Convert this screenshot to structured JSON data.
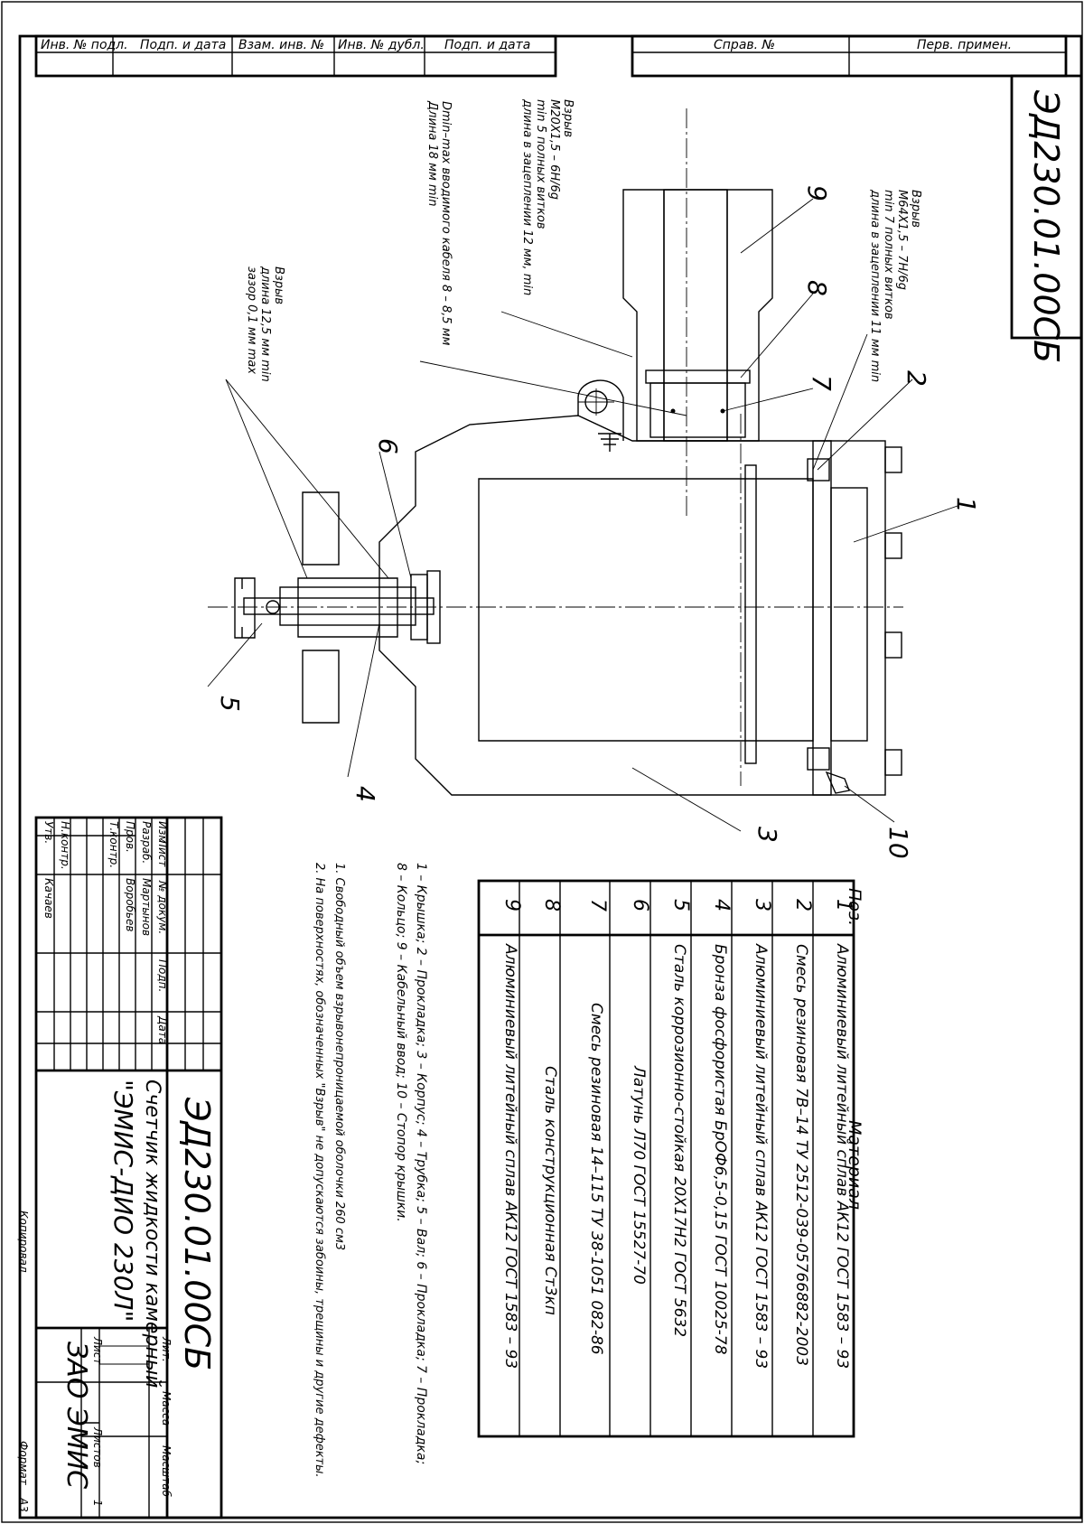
{
  "header": {
    "cells": [
      "Инв. № подл.",
      "Подп. и дата",
      "Взам. инв. №",
      "Инв. № дубл.",
      "Подп. и дата"
    ],
    "sprav": "Справ. №",
    "perv": "Перв. примен."
  },
  "doc_code": "ЭД230.01.00СБ",
  "annotations": {
    "thread_m20": [
      "Взрыв",
      "M20X1,5 – 6H/6g",
      "min 5 полных витков",
      "длина в зацеплении 12 мм, min"
    ],
    "thread_m64": [
      "Взрыв",
      "M64X1,5 – 7H/6g",
      "min 7 полных витков",
      "длина в зацеплении 11 мм min"
    ],
    "cable": [
      "Dmin–max вводимого кабеля 8 – 8,5 мм",
      "Длина 18 мм min"
    ],
    "gap": [
      "Взрыв",
      "длина 12,5 мм min",
      "зазор 0,1 мм max"
    ]
  },
  "callouts": [
    "1",
    "2",
    "3",
    "4",
    "5",
    "6",
    "7",
    "8",
    "9",
    "10"
  ],
  "materials": {
    "col_pos": "Поз.",
    "col_material": "Материал",
    "rows": [
      {
        "pos": "1",
        "material": "Алюминиевый литейный сплав АК12 ГОСТ 1583 – 93"
      },
      {
        "pos": "2",
        "material": "Смесь резиновая 7В–14 ТУ 2512-039-05766882-2003"
      },
      {
        "pos": "3",
        "material": "Алюминиевый литейный сплав АК12 ГОСТ 1583 – 93"
      },
      {
        "pos": "4",
        "material": "Бронза фосфористая БрОФ6,5-0,15 ГОСТ 10025-78"
      },
      {
        "pos": "5",
        "material": "Сталь коррозионно-стойкая 20Х17Н2 ГОСТ 5632"
      },
      {
        "pos": "6",
        "material": "Латунь Л70 ГОСТ 15527-70"
      },
      {
        "pos": "7",
        "material": "Смесь резиновая 14–115 ТУ 38-1051 082-86"
      },
      {
        "pos": "8",
        "material": "Сталь конструкционная Ст3кп"
      },
      {
        "pos": "9",
        "material": "Алюминиевый литейный сплав АК12 ГОСТ 1583 – 93"
      }
    ]
  },
  "legend": [
    "1 – Крышка; 2 – Прокладка; 3 – Корпус; 4 – Трубка; 5 – Вал; 6 – Прокладка; 7 – Прокладка;",
    "8 – Кольцо; 9 – Кабельный ввод; 10 – Стопор крышки."
  ],
  "notes": [
    "1. Свободный объем взрывонепроницаемой оболочки 260 см3",
    "2. На поверхностях, обозначенных \"Взрыв\" не допускаются забоины, трещины и другие дефекты."
  ],
  "title_block": {
    "code": "ЭД230.01.00СБ",
    "name_1": "Счетчик жидкости камерный",
    "name_2": "\"ЭМИС-ДИО 230Л\"",
    "company": "ЗАО ЭМИС",
    "headers": [
      "Изм",
      "Лист",
      "№ докум.",
      "Подп.",
      "Дата"
    ],
    "roles": [
      "Разраб.",
      "Пров.",
      "Т.контр.",
      "",
      "Н.контр.",
      "Утв."
    ],
    "names": [
      "Мартынов",
      "Воробьев",
      "",
      "",
      "",
      "Качаев"
    ],
    "lit": "Лит.",
    "mass": "Масса",
    "scale": "Масштаб",
    "sheet": "Лист",
    "sheets": "Листов",
    "sheets_count": "1"
  },
  "footer": {
    "copied": "Копировал",
    "format": "Формат",
    "format_value": "А3"
  }
}
